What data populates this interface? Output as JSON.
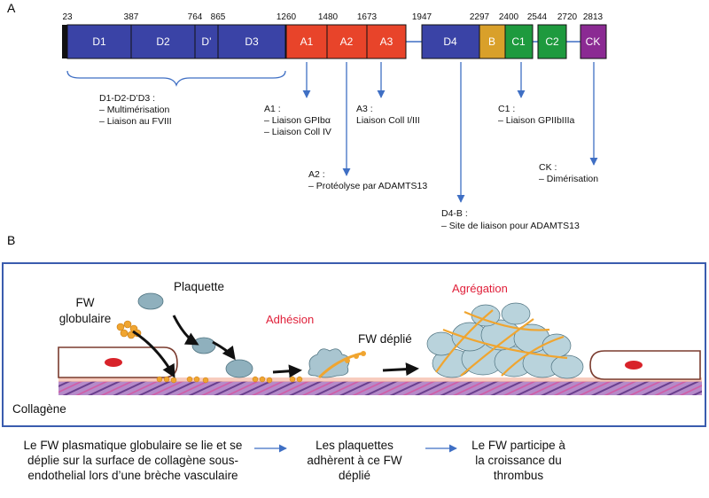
{
  "panels": {
    "a": "A",
    "b": "B"
  },
  "positions": [
    "23",
    "387",
    "764",
    "865",
    "1260",
    "1480",
    "1673",
    "1947",
    "2297",
    "2400",
    "2544",
    "2720",
    "2813"
  ],
  "domains": [
    {
      "label": "D1",
      "color": "#3a43a6"
    },
    {
      "label": "D2",
      "color": "#3a43a6"
    },
    {
      "label": "D’",
      "color": "#3a43a6"
    },
    {
      "label": "D3",
      "color": "#3a43a6"
    },
    {
      "label": "A1",
      "color": "#e8442a"
    },
    {
      "label": "A2",
      "color": "#e8442a"
    },
    {
      "label": "A3",
      "color": "#e8442a"
    },
    {
      "label": "D4",
      "color": "#3a43a6"
    },
    {
      "label": "B",
      "color": "#d9a02a"
    },
    {
      "label": "C1",
      "color": "#1e9a3e"
    },
    {
      "label": "C2",
      "color": "#1e9a3e"
    },
    {
      "label": "CK",
      "color": "#8b2a93"
    }
  ],
  "annotations": {
    "d": {
      "title": "D1-D2-D’D3 :",
      "lines": [
        "– Multimérisation",
        "– Liaison au FVIII"
      ]
    },
    "a1": {
      "title": "A1 :",
      "lines": [
        "– Liaison GPIbα",
        "– Liaison Coll IV"
      ]
    },
    "a2": {
      "title": "A2 :",
      "lines": [
        "– Protéolyse par ADAMTS13"
      ]
    },
    "a3": {
      "title": "A3 :",
      "lines": [
        "Liaison Coll I/III"
      ]
    },
    "d4b": {
      "title": "D4-B :",
      "lines": [
        "– Site de liaison pour ADAMTS13"
      ]
    },
    "c1": {
      "title": "C1 :",
      "lines": [
        "– Liaison GPIIbIIIa"
      ]
    },
    "ck": {
      "title": "CK :",
      "lines": [
        "– Dimérisation"
      ]
    }
  },
  "illustration": {
    "fw_globulaire": [
      "FW",
      "globulaire"
    ],
    "plaquette": "Plaquette",
    "adhesion": "Adhésion",
    "fw_deplie": "FW déplié",
    "agregation": "Agrégation",
    "collagene": "Collagène"
  },
  "captions": [
    "Le FW plasmatique globulaire se lie et se déplie sur la surface de collagène sous-endothelial lors d’une brèche vasculaire",
    "Les plaquettes adhèrent à ce FW déplié",
    "Le FW participe à la croissance du thrombus"
  ],
  "colors": {
    "arrow_blue": "#3f6fc4",
    "highlight_red": "#e0203a",
    "box_border": "#3a5cae",
    "platelet": "#8fb0bd",
    "fw_orange": "#f0a530",
    "collagen": "#7a4a9a"
  }
}
